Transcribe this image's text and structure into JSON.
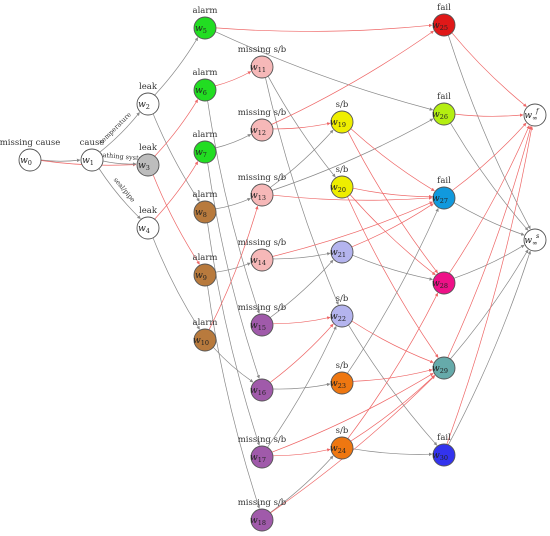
{
  "nodes": [
    {
      "id": "w0",
      "sub": "0",
      "label": "missing cause",
      "color": "#ffffff",
      "sup": ""
    },
    {
      "id": "w1",
      "sub": "1",
      "label": "cause",
      "color": "#ffffff",
      "sup": ""
    },
    {
      "id": "w2",
      "sub": "2",
      "label": "leak",
      "color": "#ffffff",
      "sup": ""
    },
    {
      "id": "w3",
      "sub": "3",
      "label": "leak",
      "color": "#bdbdbd",
      "sup": ""
    },
    {
      "id": "w4",
      "sub": "4",
      "label": "leak",
      "color": "#ffffff",
      "sup": ""
    },
    {
      "id": "w5",
      "sub": "5",
      "label": "alarm",
      "color": "#22dd22",
      "sup": ""
    },
    {
      "id": "w6",
      "sub": "6",
      "label": "alarm",
      "color": "#22dd22",
      "sup": ""
    },
    {
      "id": "w7",
      "sub": "7",
      "label": "alarm",
      "color": "#22dd22",
      "sup": ""
    },
    {
      "id": "w8",
      "sub": "8",
      "label": "alarm",
      "color": "#b87a3d",
      "sup": ""
    },
    {
      "id": "w9",
      "sub": "9",
      "label": "alarm",
      "color": "#b87a3d",
      "sup": ""
    },
    {
      "id": "w10",
      "sub": "10",
      "label": "alarm",
      "color": "#b87a3d",
      "sup": ""
    },
    {
      "id": "w11",
      "sub": "11",
      "label": "missing s/b",
      "color": "#f6b8b8",
      "sup": ""
    },
    {
      "id": "w12",
      "sub": "12",
      "label": "missing s/b",
      "color": "#f6b8b8",
      "sup": ""
    },
    {
      "id": "w13",
      "sub": "13",
      "label": "missing s/b",
      "color": "#f6b8b8",
      "sup": ""
    },
    {
      "id": "w14",
      "sub": "14",
      "label": "missing s/b",
      "color": "#f6b8b8",
      "sup": ""
    },
    {
      "id": "w15",
      "sub": "15",
      "label": "missing s/b",
      "color": "#a05aaa",
      "sup": ""
    },
    {
      "id": "w16",
      "sub": "16",
      "label": "",
      "color": "#a05aaa",
      "sup": ""
    },
    {
      "id": "w17",
      "sub": "17",
      "label": "missing s/b",
      "color": "#a05aaa",
      "sup": ""
    },
    {
      "id": "w18",
      "sub": "18",
      "label": "missing s/b",
      "color": "#a05aaa",
      "sup": ""
    },
    {
      "id": "w19",
      "sub": "19",
      "label": "s/b",
      "color": "#eeee00",
      "sup": ""
    },
    {
      "id": "w20",
      "sub": "20",
      "label": "s/b",
      "color": "#eeee00",
      "sup": ""
    },
    {
      "id": "w21",
      "sub": "21",
      "label": "",
      "color": "#b4b4ee",
      "sup": ""
    },
    {
      "id": "w22",
      "sub": "22",
      "label": "s/b",
      "color": "#b4b4ee",
      "sup": ""
    },
    {
      "id": "w23",
      "sub": "23",
      "label": "s/b",
      "color": "#ee7711",
      "sup": ""
    },
    {
      "id": "w24",
      "sub": "24",
      "label": "s/b",
      "color": "#ee7711",
      "sup": ""
    },
    {
      "id": "w25",
      "sub": "25",
      "label": "fail",
      "color": "#e01818",
      "sup": ""
    },
    {
      "id": "w26",
      "sub": "26",
      "label": "fail",
      "color": "#b4ee11",
      "sup": ""
    },
    {
      "id": "w27",
      "sub": "27",
      "label": "fail",
      "color": "#1199dd",
      "sup": ""
    },
    {
      "id": "w28",
      "sub": "28",
      "label": "",
      "color": "#ee1188",
      "sup": ""
    },
    {
      "id": "w29",
      "sub": "29",
      "label": "",
      "color": "#66aaaa",
      "sup": ""
    },
    {
      "id": "w30",
      "sub": "30",
      "label": "fail",
      "color": "#3333ee",
      "sup": ""
    },
    {
      "id": "wf",
      "sub": "∞",
      "label": "",
      "color": "#ffffff",
      "sup": "f"
    },
    {
      "id": "ws",
      "sub": "∞",
      "label": "",
      "color": "#ffffff",
      "sup": "s"
    }
  ],
  "edges": [
    {
      "from": "w0",
      "to": "w1",
      "color": "gray",
      "label": ""
    },
    {
      "from": "w0",
      "to": "w3",
      "color": "red",
      "label": ""
    },
    {
      "from": "w1",
      "to": "w2",
      "color": "gray",
      "label": "temperature"
    },
    {
      "from": "w1",
      "to": "w3",
      "color": "gray",
      "label": "breathing system"
    },
    {
      "from": "w1",
      "to": "w4",
      "color": "gray",
      "label": "seal/pipe"
    },
    {
      "from": "w2",
      "to": "w5",
      "color": "gray",
      "label": ""
    },
    {
      "from": "w2",
      "to": "w8",
      "color": "gray",
      "label": ""
    },
    {
      "from": "w3",
      "to": "w6",
      "color": "red",
      "label": ""
    },
    {
      "from": "w3",
      "to": "w9",
      "color": "red",
      "label": ""
    },
    {
      "from": "w4",
      "to": "w7",
      "color": "red",
      "label": ""
    },
    {
      "from": "w4",
      "to": "w10",
      "color": "gray",
      "label": ""
    },
    {
      "from": "w5",
      "to": "w25",
      "color": "red",
      "label": ""
    },
    {
      "from": "w5",
      "to": "w26",
      "color": "gray",
      "label": ""
    },
    {
      "from": "w6",
      "to": "w11",
      "color": "red",
      "label": ""
    },
    {
      "from": "w6",
      "to": "w15",
      "color": "gray",
      "label": ""
    },
    {
      "from": "w7",
      "to": "w12",
      "color": "gray",
      "label": ""
    },
    {
      "from": "w7",
      "to": "w16",
      "color": "gray",
      "label": ""
    },
    {
      "from": "w8",
      "to": "w13",
      "color": "gray",
      "label": ""
    },
    {
      "from": "w8",
      "to": "w17",
      "color": "gray",
      "label": ""
    },
    {
      "from": "w9",
      "to": "w14",
      "color": "gray",
      "label": ""
    },
    {
      "from": "w9",
      "to": "w18",
      "color": "gray",
      "label": ""
    },
    {
      "from": "w10",
      "to": "w13",
      "color": "red",
      "label": ""
    },
    {
      "from": "w10",
      "to": "w16",
      "color": "gray",
      "label": ""
    },
    {
      "from": "w11",
      "to": "w20",
      "color": "gray",
      "label": ""
    },
    {
      "from": "w11",
      "to": "w22",
      "color": "gray",
      "label": ""
    },
    {
      "from": "w12",
      "to": "w19",
      "color": "red",
      "label": ""
    },
    {
      "from": "w12",
      "to": "w25",
      "color": "red",
      "label": ""
    },
    {
      "from": "w13",
      "to": "w19",
      "color": "gray",
      "label": ""
    },
    {
      "from": "w13",
      "to": "w27",
      "color": "red",
      "label": ""
    },
    {
      "from": "w13",
      "to": "w26",
      "color": "gray",
      "label": ""
    },
    {
      "from": "w14",
      "to": "w21",
      "color": "gray",
      "label": ""
    },
    {
      "from": "w14",
      "to": "w27",
      "color": "red",
      "label": ""
    },
    {
      "from": "w15",
      "to": "w21",
      "color": "gray",
      "label": ""
    },
    {
      "from": "w15",
      "to": "w22",
      "color": "red",
      "label": ""
    },
    {
      "from": "w16",
      "to": "w23",
      "color": "gray",
      "label": ""
    },
    {
      "from": "w16",
      "to": "w22",
      "color": "red",
      "label": ""
    },
    {
      "from": "w17",
      "to": "w24",
      "color": "red",
      "label": ""
    },
    {
      "from": "w17",
      "to": "w22",
      "color": "gray",
      "label": ""
    },
    {
      "from": "w17",
      "to": "w29",
      "color": "red",
      "label": ""
    },
    {
      "from": "w18",
      "to": "w24",
      "color": "gray",
      "label": ""
    },
    {
      "from": "w18",
      "to": "w29",
      "color": "red",
      "label": ""
    },
    {
      "from": "w19",
      "to": "w28",
      "color": "red",
      "label": ""
    },
    {
      "from": "w19",
      "to": "w27",
      "color": "red",
      "label": ""
    },
    {
      "from": "w20",
      "to": "w27",
      "color": "red",
      "label": ""
    },
    {
      "from": "w20",
      "to": "w28",
      "color": "red",
      "label": ""
    },
    {
      "from": "w20",
      "to": "w29",
      "color": "red",
      "label": ""
    },
    {
      "from": "w21",
      "to": "w28",
      "color": "gray",
      "label": ""
    },
    {
      "from": "w21",
      "to": "w27",
      "color": "red",
      "label": ""
    },
    {
      "from": "w22",
      "to": "w29",
      "color": "red",
      "label": ""
    },
    {
      "from": "w22",
      "to": "w30",
      "color": "gray",
      "label": ""
    },
    {
      "from": "w23",
      "to": "w27",
      "color": "gray",
      "label": ""
    },
    {
      "from": "w23",
      "to": "w29",
      "color": "red",
      "label": ""
    },
    {
      "from": "w24",
      "to": "w30",
      "color": "gray",
      "label": ""
    },
    {
      "from": "w24",
      "to": "w29",
      "color": "red",
      "label": ""
    },
    {
      "from": "w24",
      "to": "w28",
      "color": "red",
      "label": ""
    },
    {
      "from": "w25",
      "to": "wf",
      "color": "red",
      "label": ""
    },
    {
      "from": "w25",
      "to": "ws",
      "color": "gray",
      "label": ""
    },
    {
      "from": "w26",
      "to": "wf",
      "color": "red",
      "label": ""
    },
    {
      "from": "w26",
      "to": "ws",
      "color": "gray",
      "label": ""
    },
    {
      "from": "w27",
      "to": "wf",
      "color": "red",
      "label": ""
    },
    {
      "from": "w27",
      "to": "ws",
      "color": "gray",
      "label": ""
    },
    {
      "from": "w28",
      "to": "wf",
      "color": "red",
      "label": ""
    },
    {
      "from": "w28",
      "to": "ws",
      "color": "gray",
      "label": ""
    },
    {
      "from": "w29",
      "to": "wf",
      "color": "red",
      "label": ""
    },
    {
      "from": "w29",
      "to": "ws",
      "color": "gray",
      "label": ""
    },
    {
      "from": "w30",
      "to": "wf",
      "color": "red",
      "label": ""
    },
    {
      "from": "w30",
      "to": "ws",
      "color": "gray",
      "label": ""
    }
  ],
  "colors": {
    "red_edge": "#ee6666",
    "gray_edge": "#888888",
    "node_stroke": "#555555"
  }
}
